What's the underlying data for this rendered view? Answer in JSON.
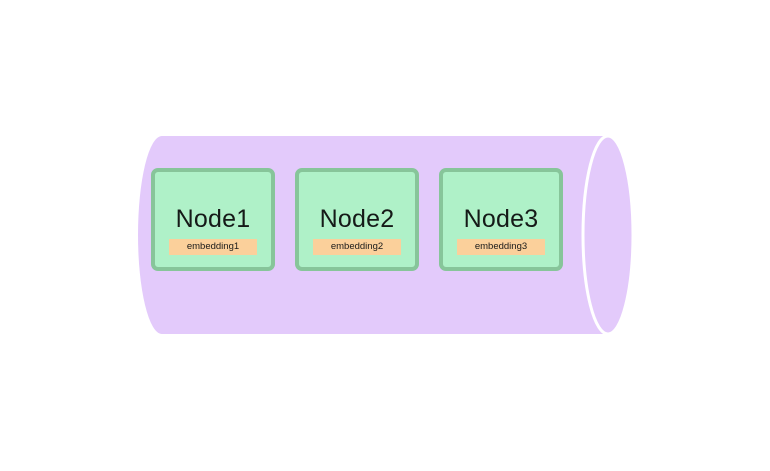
{
  "colors": {
    "cylinder": "#e3cafb",
    "cylinder_cap_stroke": "#ffffff",
    "node_fill": "#aff1c8",
    "node_border": "#87c59a",
    "tag_fill": "#fbd09b"
  },
  "nodes": [
    {
      "label": "Node1",
      "embedding": "embedding1"
    },
    {
      "label": "Node2",
      "embedding": "embedding2"
    },
    {
      "label": "Node3",
      "embedding": "embedding3"
    }
  ]
}
